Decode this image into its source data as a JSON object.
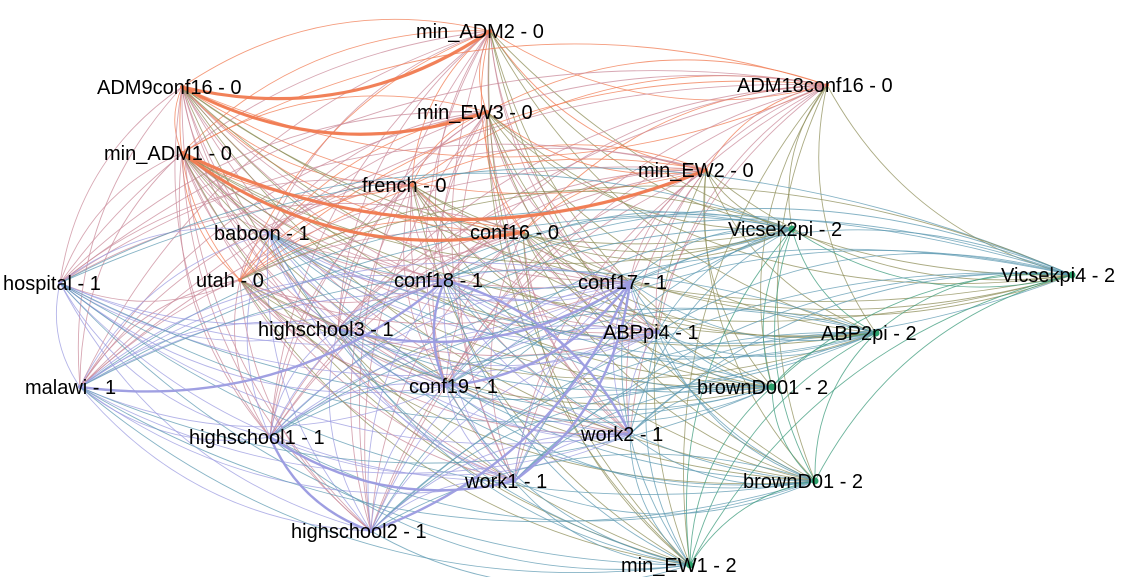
{
  "colors": {
    "group0": "#f07a50",
    "group1": "#9b9be0",
    "group2": "#3a9a7a",
    "mix01": "#c98a9a",
    "mix02": "#8e8e58",
    "mix12": "#5e9ab2",
    "node_dot": "#2aa06a"
  },
  "nodes": [
    {
      "id": "min_ADM2",
      "label": "min_ADM2 - 0",
      "group": 0
    },
    {
      "id": "ADM9conf16",
      "label": "ADM9conf16 - 0",
      "group": 0
    },
    {
      "id": "ADM18conf16",
      "label": "ADM18conf16 - 0",
      "group": 0
    },
    {
      "id": "min_EW3",
      "label": "min_EW3 - 0",
      "group": 0
    },
    {
      "id": "min_ADM1",
      "label": "min_ADM1 - 0",
      "group": 0
    },
    {
      "id": "min_EW2",
      "label": "min_EW2 - 0",
      "group": 0
    },
    {
      "id": "french",
      "label": "french - 0",
      "group": 0
    },
    {
      "id": "baboon",
      "label": "baboon - 1",
      "group": 1
    },
    {
      "id": "conf16",
      "label": "conf16 - 0",
      "group": 0
    },
    {
      "id": "Vicsek2pi",
      "label": "Vicsek2pi - 2",
      "group": 2
    },
    {
      "id": "Vicsekpi4",
      "label": "Vicsekpi4 - 2",
      "group": 2
    },
    {
      "id": "hospital",
      "label": "hospital - 1",
      "group": 1
    },
    {
      "id": "utah",
      "label": "utah - 0",
      "group": 0
    },
    {
      "id": "conf18",
      "label": "conf18 - 1",
      "group": 1
    },
    {
      "id": "conf17",
      "label": "conf17 - 1",
      "group": 1
    },
    {
      "id": "highschool3",
      "label": "highschool3 - 1",
      "group": 1
    },
    {
      "id": "ABPpi4",
      "label": "ABPpi4 - 1",
      "group": 1
    },
    {
      "id": "ABP2pi",
      "label": "ABP2pi - 2",
      "group": 2
    },
    {
      "id": "malawi",
      "label": "malawi - 1",
      "group": 1
    },
    {
      "id": "conf19",
      "label": "conf19 - 1",
      "group": 1
    },
    {
      "id": "brownD001",
      "label": "brownD001 - 2",
      "group": 2
    },
    {
      "id": "highschool1",
      "label": "highschool1 - 1",
      "group": 1
    },
    {
      "id": "work2",
      "label": "work2 - 1",
      "group": 1
    },
    {
      "id": "work1",
      "label": "work1 - 1",
      "group": 1
    },
    {
      "id": "brownD01",
      "label": "brownD01 - 2",
      "group": 2
    },
    {
      "id": "highschool2",
      "label": "highschool2 - 1",
      "group": 1
    },
    {
      "id": "min_EW1",
      "label": "min_EW1 - 2",
      "group": 2
    }
  ],
  "strong_edges": [
    [
      "ADM9conf16",
      "min_ADM2"
    ],
    [
      "min_ADM1",
      "min_EW2"
    ],
    [
      "ADM9conf16",
      "min_EW3"
    ],
    [
      "min_ADM1",
      "conf16"
    ],
    [
      "highschool1",
      "highschool2"
    ],
    [
      "highschool1",
      "work1"
    ],
    [
      "highschool3",
      "conf17"
    ],
    [
      "work1",
      "conf17"
    ],
    [
      "work2",
      "conf18"
    ],
    [
      "highschool2",
      "conf17"
    ],
    [
      "conf18",
      "conf19"
    ],
    [
      "malawi",
      "conf18"
    ],
    [
      "conf19",
      "conf17"
    ]
  ]
}
